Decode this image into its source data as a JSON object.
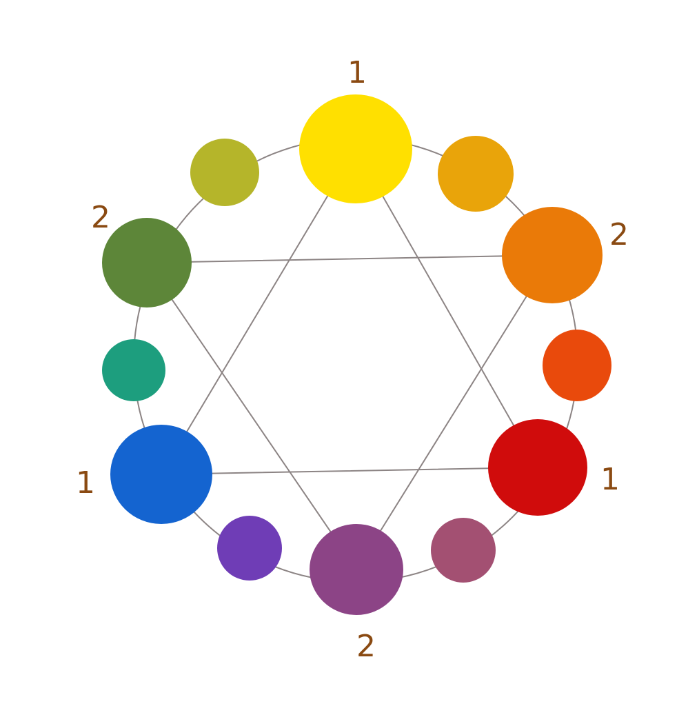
{
  "wheel": {
    "line_color": "#8c8484",
    "label_color": "#8a4a12",
    "swatches": [
      {
        "name": "yellow",
        "color": "#ffe000",
        "tier": "primary"
      },
      {
        "name": "yellow-orange",
        "color": "#e9a40a",
        "tier": "tertiary"
      },
      {
        "name": "orange",
        "color": "#ea7a08",
        "tier": "secondary"
      },
      {
        "name": "red-orange",
        "color": "#e94a0c",
        "tier": "tertiary"
      },
      {
        "name": "red",
        "color": "#d00c0c",
        "tier": "primary"
      },
      {
        "name": "red-violet",
        "color": "#a35072",
        "tier": "tertiary"
      },
      {
        "name": "violet",
        "color": "#8c4486",
        "tier": "secondary"
      },
      {
        "name": "blue-violet",
        "color": "#6f3db6",
        "tier": "tertiary"
      },
      {
        "name": "blue",
        "color": "#1464d0",
        "tier": "primary"
      },
      {
        "name": "blue-green",
        "color": "#1d9e7e",
        "tier": "tertiary"
      },
      {
        "name": "green",
        "color": "#5d8639",
        "tier": "secondary"
      },
      {
        "name": "yellow-green",
        "color": "#b5b52a",
        "tier": "tertiary"
      }
    ],
    "labels": {
      "yellow": "1",
      "orange": "2",
      "red": "1",
      "violet": "2",
      "blue": "1",
      "green": "2"
    }
  }
}
